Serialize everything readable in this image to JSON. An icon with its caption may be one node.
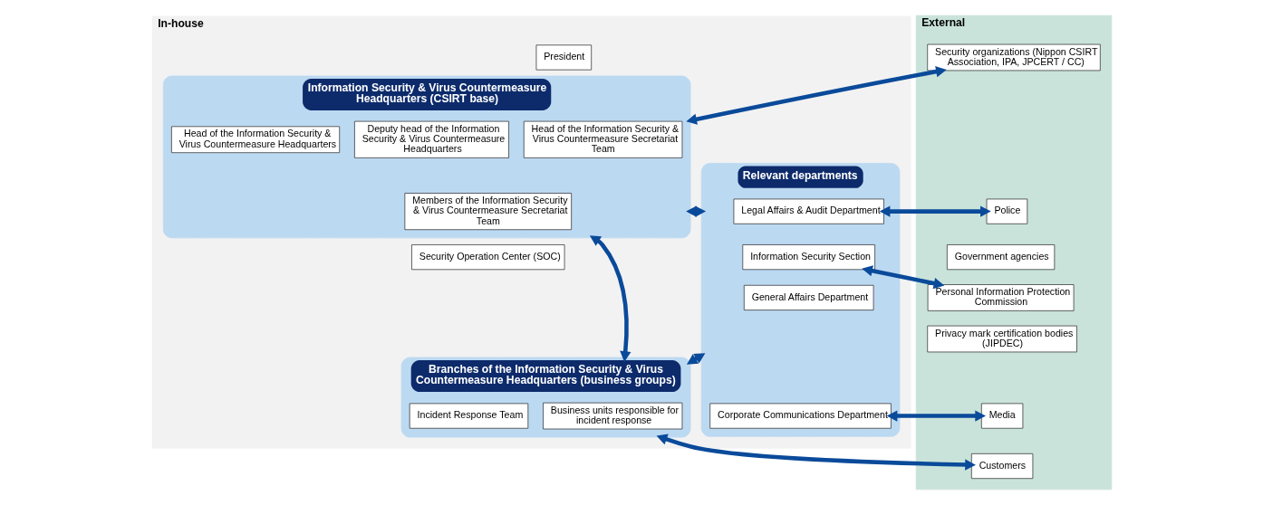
{
  "diagram": {
    "nodes": [
      {
        "text": [
          "In-house"
        ]
      },
      {
        "text": [
          "President"
        ],
        "in": 0
      },
      {
        "text": [
          "Information Security & Virus Countermeasure Headquarters (CSIRT base)"
        ],
        "in": 0
      },
      {
        "text": [
          "Head of the Information Security & Virus Countermeasure Headquarters"
        ],
        "in": 2
      },
      {
        "text": [
          "Deputy head of the Information Security & Virus Countermeasure Headquarters"
        ],
        "in": 2
      },
      {
        "text": [
          "Head of the Information Security & Virus Countermeasure Secretariat Team"
        ],
        "in": 2
      },
      {
        "text": [
          "Members of the Information Security & Virus Countermeasure Secretariat Team"
        ],
        "in": 2
      },
      {
        "text": [
          "Security Operation Center (SOC)"
        ],
        "in": 0
      },
      {
        "text": [
          "Branches of the Information Security & Virus Countermeasure Headquarters (business groups)"
        ],
        "in": 0
      },
      {
        "text": [
          "Incident Response Team"
        ],
        "in": 8
      },
      {
        "text": [
          "Business units responsible for incident response"
        ],
        "in": 8
      },
      {
        "text": [
          "Relevant departments"
        ],
        "in": 0
      },
      {
        "text": [
          "Legal Affairs & Audit Department"
        ],
        "in": 11
      },
      {
        "text": [
          "Information Security Section"
        ],
        "in": 11
      },
      {
        "text": [
          "General Affairs Department"
        ],
        "in": 11
      },
      {
        "text": [
          "Corporate Communications Department"
        ],
        "in": 11
      },
      {
        "text": [
          "External"
        ]
      },
      {
        "text": [
          "Security organizations (Nippon CSIRT Association, IPA, JPCERT / CC)"
        ],
        "in": 16
      },
      {
        "text": [
          "Police"
        ],
        "in": 16
      },
      {
        "text": [
          "Government agencies"
        ],
        "in": 16
      },
      {
        "text": [
          "Personal Information Protection Commission"
        ],
        "in": 16
      },
      {
        "text": [
          "Privacy mark certification bodies (JIPDEC)"
        ],
        "in": 16
      },
      {
        "text": [
          "Media"
        ],
        "in": 16
      },
      {
        "text": [
          "Customers"
        ],
        "in": 16
      }
    ],
    "edges": [
      {
        "from": 2,
        "to": 17,
        "arrow": "both"
      },
      {
        "from": 2,
        "to": 11,
        "arrow": "both"
      },
      {
        "from": 2,
        "to": 8,
        "arrow": "both"
      },
      {
        "from": 8,
        "to": 11,
        "arrow": "both"
      },
      {
        "from": 8,
        "to": 23,
        "arrow": "both"
      },
      {
        "from": 12,
        "to": 18,
        "arrow": "both"
      },
      {
        "from": 13,
        "to": 20,
        "arrow": "both"
      },
      {
        "from": 15,
        "to": 22,
        "arrow": "both"
      }
    ]
  }
}
